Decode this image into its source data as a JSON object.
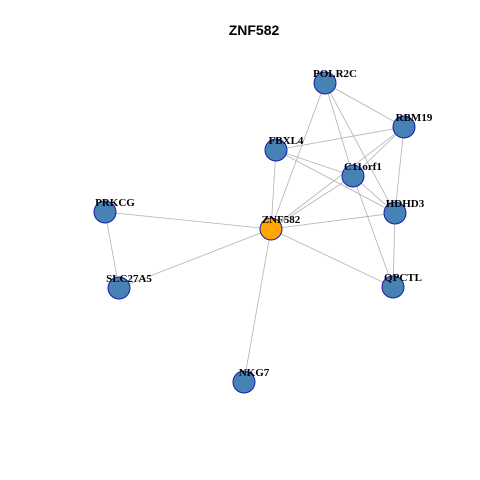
{
  "title": "ZNF582",
  "colors": {
    "hub_fill": "#FFA500",
    "node_fill": "#4682B4",
    "node_stroke": "#1A1AB0",
    "edge": "#B3B3B3"
  },
  "nodes": [
    {
      "id": "POLR2C",
      "label": "POLR2C",
      "hub": false
    },
    {
      "id": "RBM19",
      "label": "RBM19",
      "hub": false
    },
    {
      "id": "FBXL4",
      "label": "FBXL4",
      "hub": false
    },
    {
      "id": "C11orf1",
      "label": "C11orf1",
      "hub": false
    },
    {
      "id": "PRKCG",
      "label": "PRKCG",
      "hub": false
    },
    {
      "id": "HDHD3",
      "label": "HDHD3",
      "hub": false
    },
    {
      "id": "ZNF582",
      "label": "ZNF582",
      "hub": true
    },
    {
      "id": "SLC27A5",
      "label": "SLC27A5",
      "hub": false
    },
    {
      "id": "QPCTL",
      "label": "QPCTL",
      "hub": false
    },
    {
      "id": "NKG7",
      "label": "NKG7",
      "hub": false
    }
  ],
  "edges": [
    [
      "ZNF582",
      "POLR2C"
    ],
    [
      "ZNF582",
      "RBM19"
    ],
    [
      "ZNF582",
      "FBXL4"
    ],
    [
      "ZNF582",
      "C11orf1"
    ],
    [
      "ZNF582",
      "PRKCG"
    ],
    [
      "ZNF582",
      "HDHD3"
    ],
    [
      "ZNF582",
      "SLC27A5"
    ],
    [
      "ZNF582",
      "QPCTL"
    ],
    [
      "ZNF582",
      "NKG7"
    ],
    [
      "POLR2C",
      "RBM19"
    ],
    [
      "POLR2C",
      "C11orf1"
    ],
    [
      "POLR2C",
      "HDHD3"
    ],
    [
      "RBM19",
      "C11orf1"
    ],
    [
      "RBM19",
      "HDHD3"
    ],
    [
      "RBM19",
      "FBXL4"
    ],
    [
      "FBXL4",
      "C11orf1"
    ],
    [
      "FBXL4",
      "HDHD3"
    ],
    [
      "C11orf1",
      "HDHD3"
    ],
    [
      "C11orf1",
      "QPCTL"
    ],
    [
      "HDHD3",
      "QPCTL"
    ],
    [
      "PRKCG",
      "SLC27A5"
    ]
  ]
}
